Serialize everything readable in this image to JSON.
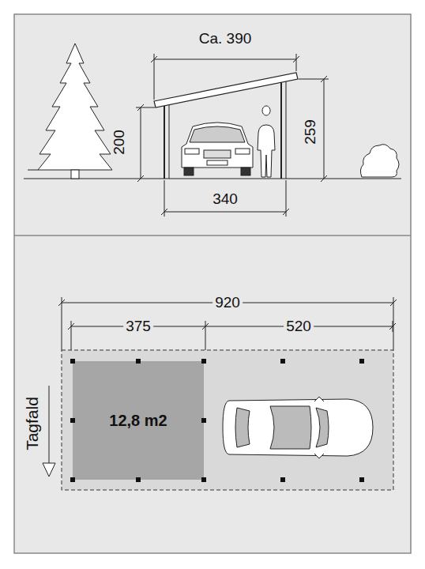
{
  "diagram": {
    "nodes": [
      {
        "text": [
          "12,8 m2"
        ]
      }
    ],
    "labels": [
      "Ca. 390",
      "200",
      "259",
      "340",
      "920",
      "375",
      "520",
      "Tagfald"
    ]
  }
}
